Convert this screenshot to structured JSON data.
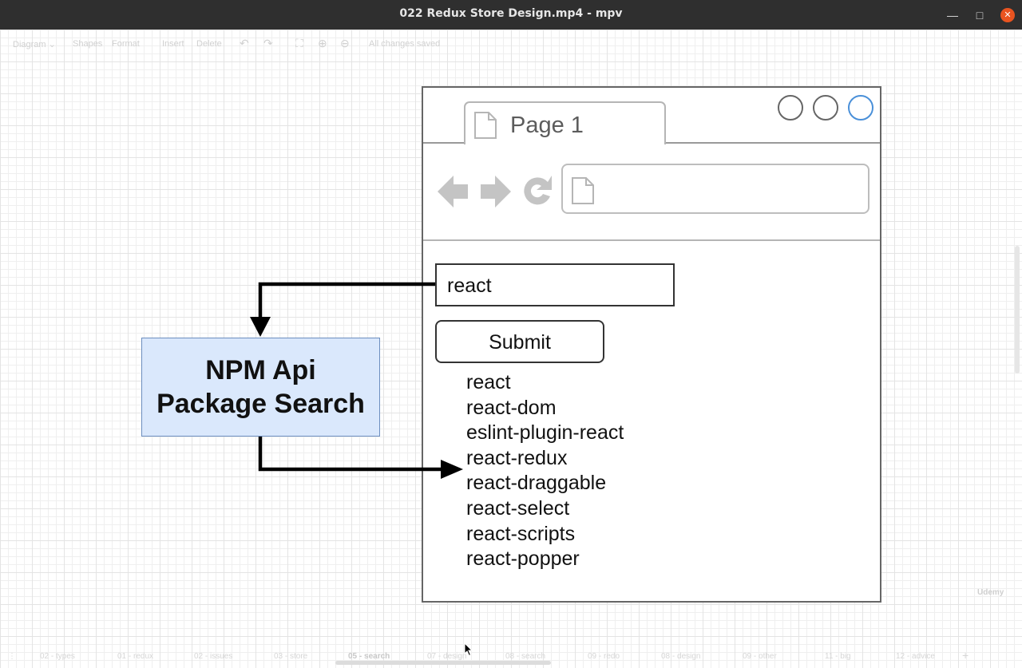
{
  "window": {
    "title": "022 Redux Store Design.mp4 - mpv",
    "minimize_glyph": "—",
    "maximize_glyph": "□",
    "close_glyph": "✕",
    "close_color": "#e95420"
  },
  "toolbar": {
    "items": [
      "Diagram ⌄",
      "Shapes",
      "Format",
      "Insert",
      "Delete",
      "All changes saved"
    ]
  },
  "diagram": {
    "browser": {
      "tab_label": "Page 1",
      "search_value": "react",
      "submit_label": "Submit",
      "results": [
        "react",
        "react-dom",
        "eslint-plugin-react",
        "react-redux",
        "react-draggable",
        "react-select",
        "react-scripts",
        "react-popper"
      ]
    },
    "api_box": {
      "line1": "NPM Api",
      "line2": "Package Search",
      "fill_color": "#dae8fc",
      "stroke_color": "#6c8ebf"
    }
  },
  "page_tabs": [
    "02 - types",
    "01 - redux",
    "02 - issues",
    "03 - store",
    "05 - search",
    "07 - design",
    "08 - search",
    "09 - redo",
    "08 - design",
    "09 - other",
    "11 - big",
    "12 - advice"
  ],
  "active_tab": "05 - search",
  "watermark": "Udemy"
}
